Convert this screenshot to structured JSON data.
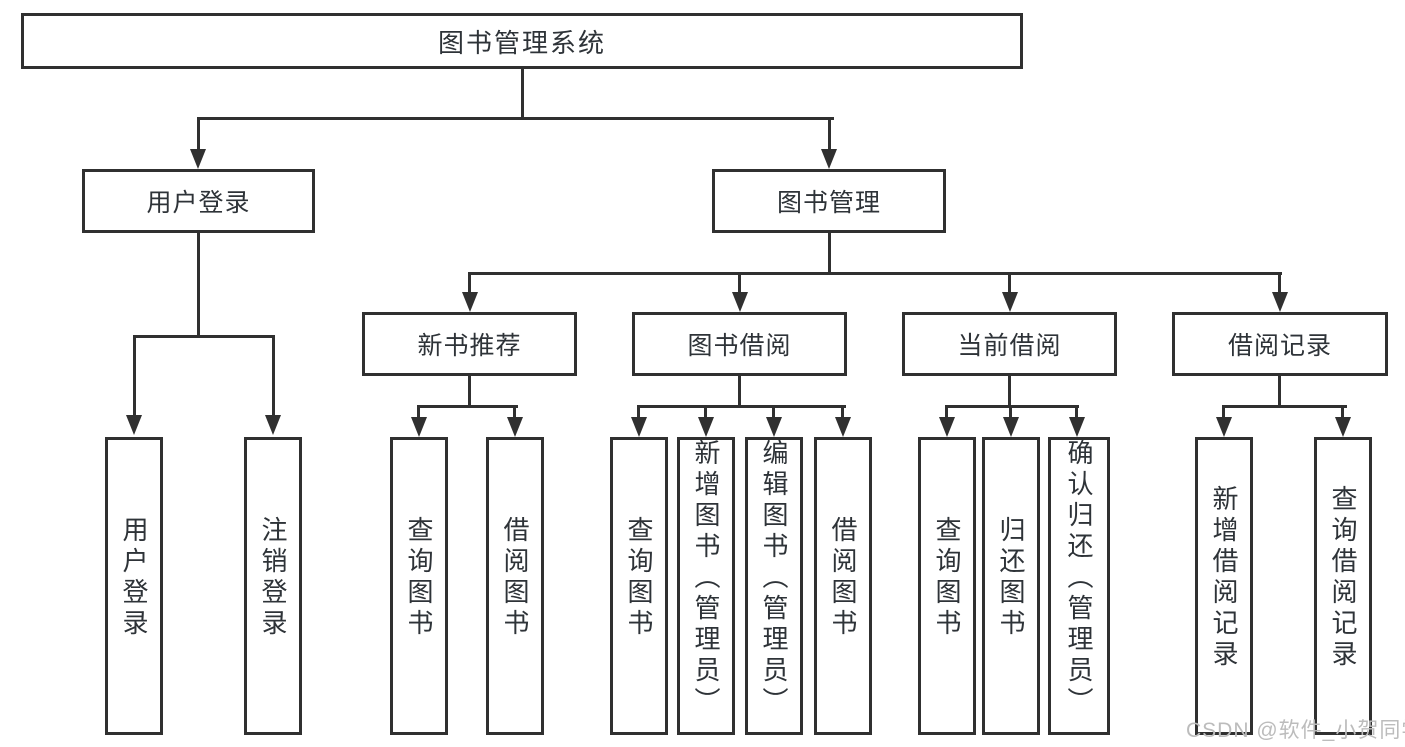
{
  "colors": {
    "line": "#303030",
    "text": "#2e3338",
    "background": "#ffffff",
    "watermark": "#bcbcbc"
  },
  "watermark": {
    "text": "CSDN @软件_小贺同学"
  },
  "nodes": {
    "root": {
      "label": "图书管理系统"
    },
    "user_login": {
      "label": "用户登录"
    },
    "book_management": {
      "label": "图书管理"
    },
    "new_book_recommend": {
      "label": "新书推荐"
    },
    "book_borrow": {
      "label": "图书借阅"
    },
    "current_borrow": {
      "label": "当前借阅"
    },
    "borrow_record": {
      "label": "借阅记录"
    },
    "leaves": [
      {
        "label": "用户登录"
      },
      {
        "label": "注销登录"
      },
      {
        "label": "查询图书"
      },
      {
        "label": "借阅图书"
      },
      {
        "label": "查询图书"
      },
      {
        "label": "新增图书（管理员）"
      },
      {
        "label": "编辑图书（管理员）"
      },
      {
        "label": "借阅图书"
      },
      {
        "label": "查询图书"
      },
      {
        "label": "归还图书"
      },
      {
        "label": "确认归还（管理员）"
      },
      {
        "label": "新增借阅记录"
      },
      {
        "label": "查询借阅记录"
      }
    ]
  }
}
